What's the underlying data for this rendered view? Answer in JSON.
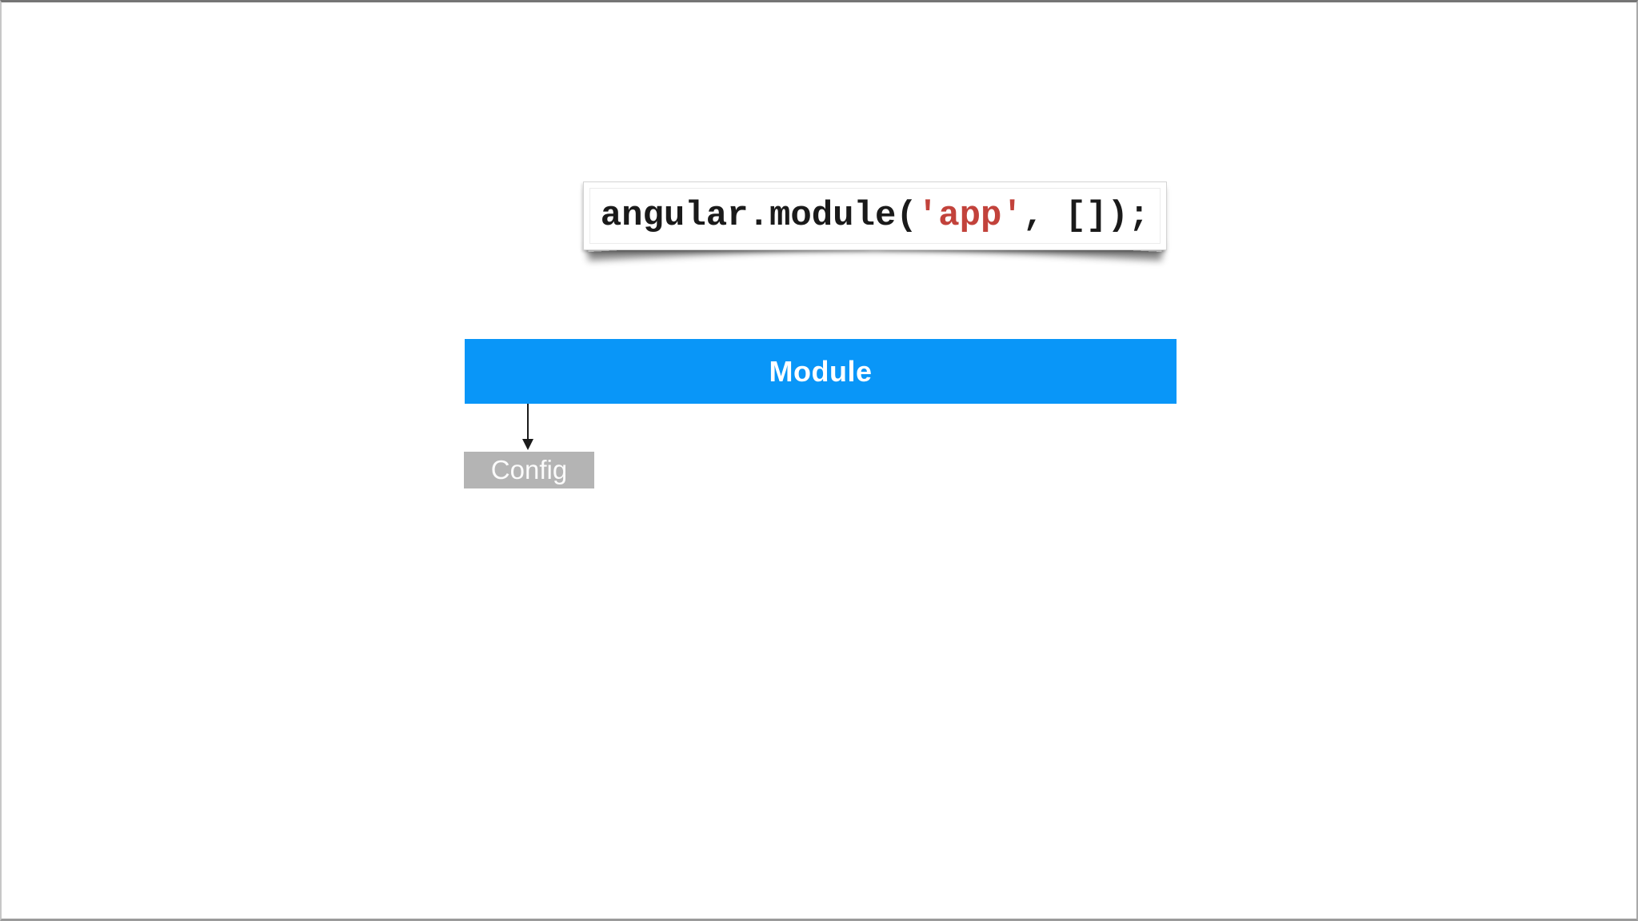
{
  "code_snippet": {
    "prefix": "angular.module(",
    "module_name": "'app'",
    "suffix": ", []);",
    "text_color": "#1A1A1A",
    "highlight_color": "#C2423B"
  },
  "diagram": {
    "module": {
      "label": "Module",
      "fill": "#0996F8",
      "text_color": "#FFFFFF"
    },
    "config": {
      "label": "Config",
      "fill": "#B4B4B4",
      "text_color": "#FBFBFB"
    },
    "connector": {
      "type": "arrow-down",
      "color": "#1A1A1A"
    }
  }
}
